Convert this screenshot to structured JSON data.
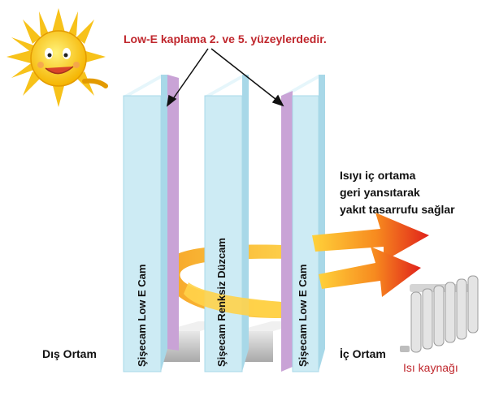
{
  "diagram": {
    "callout": "Low-E kaplama 2. ve 5. yüzeylerdedir.",
    "benefit_lines": [
      "Isıyı iç ortama",
      "geri yansıtarak",
      "yakıt tasarrufu sağlar"
    ],
    "outside_label": "Dış Ortam",
    "inside_label": "İç Ortam",
    "heat_source_label": "Isı kaynağı",
    "panes": [
      {
        "label": "Şişecam Low E Cam",
        "coated": true
      },
      {
        "label": "Şişecam Renksiz Düzcam",
        "coated": false
      },
      {
        "label": "Şişecam Low E Cam",
        "coated": true
      }
    ],
    "colors": {
      "glass": "#cdebf4",
      "glass_edge": "#a8d8e8",
      "coating": "#c9a3d6",
      "callout": "#c0272d",
      "arrow_start": "#ffd23a",
      "arrow_end": "#e0221b"
    },
    "icons": [
      "sun-icon",
      "radiator-icon"
    ]
  }
}
